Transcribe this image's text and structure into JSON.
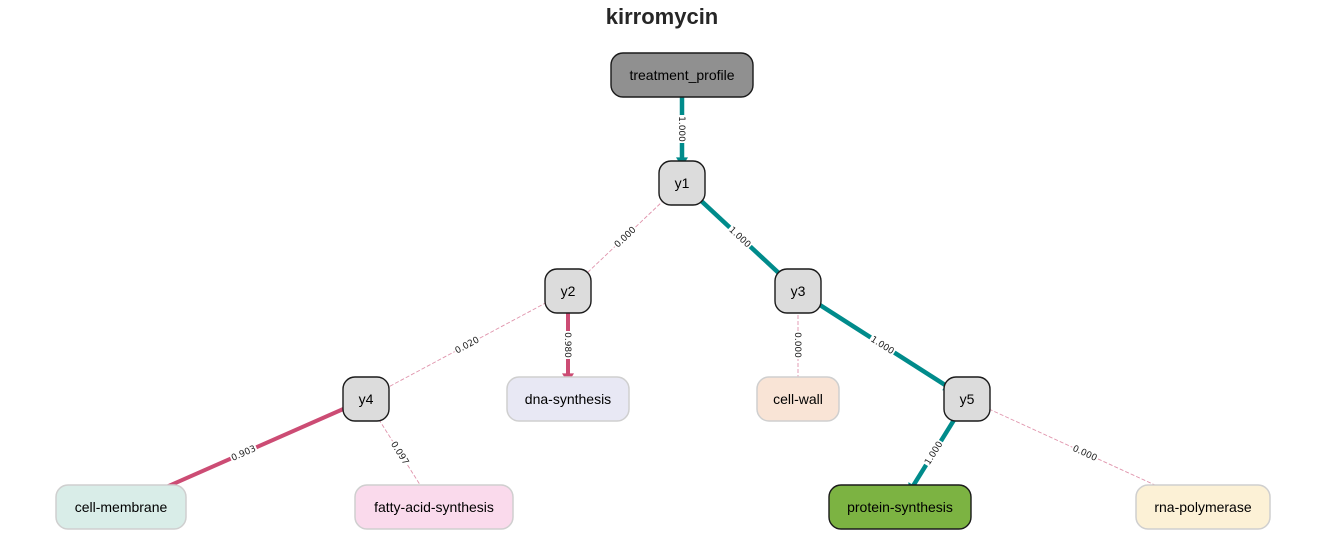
{
  "title": "kirromycin",
  "colors": {
    "positive": "#008b8b",
    "negative": "#cc4c74",
    "root_fill": "#909090",
    "internal_fill": "#dcdcdc",
    "node_stroke": "#1a1a1a",
    "leaf_stroke": "#cfcfcf"
  },
  "nodes": [
    {
      "id": "treatment_profile",
      "label": "treatment_profile",
      "kind": "root",
      "fill": "#909090"
    },
    {
      "id": "y1",
      "label": "y1",
      "kind": "internal",
      "fill": "#dcdcdc"
    },
    {
      "id": "y2",
      "label": "y2",
      "kind": "internal",
      "fill": "#dcdcdc"
    },
    {
      "id": "y3",
      "label": "y3",
      "kind": "internal",
      "fill": "#dcdcdc"
    },
    {
      "id": "y4",
      "label": "y4",
      "kind": "internal",
      "fill": "#dcdcdc"
    },
    {
      "id": "y5",
      "label": "y5",
      "kind": "internal",
      "fill": "#dcdcdc"
    },
    {
      "id": "dna-synthesis",
      "label": "dna-synthesis",
      "kind": "leaf",
      "fill": "#e8e8f4"
    },
    {
      "id": "cell-wall",
      "label": "cell-wall",
      "kind": "leaf",
      "fill": "#f9e4d6"
    },
    {
      "id": "cell-membrane",
      "label": "cell-membrane",
      "kind": "leaf",
      "fill": "#d9ede8"
    },
    {
      "id": "fatty-acid-synthesis",
      "label": "fatty-acid-synthesis",
      "kind": "leaf",
      "fill": "#fadaec"
    },
    {
      "id": "protein-synthesis",
      "label": "protein-synthesis",
      "kind": "leaf-active",
      "fill": "#7cb342"
    },
    {
      "id": "rna-polymerase",
      "label": "rna-polymerase",
      "kind": "leaf",
      "fill": "#fcf1d6"
    }
  ],
  "edges": [
    {
      "from": "treatment_profile",
      "to": "y1",
      "label": "1.000",
      "weight": 1.0,
      "active": true
    },
    {
      "from": "y1",
      "to": "y2",
      "label": "0.000",
      "weight": 0.0,
      "active": false
    },
    {
      "from": "y1",
      "to": "y3",
      "label": "1.000",
      "weight": 1.0,
      "active": true
    },
    {
      "from": "y2",
      "to": "y4",
      "label": "0.020",
      "weight": 0.02,
      "active": false
    },
    {
      "from": "y2",
      "to": "dna-synthesis",
      "label": "0.980",
      "weight": 0.98,
      "active": false
    },
    {
      "from": "y3",
      "to": "cell-wall",
      "label": "0.000",
      "weight": 0.0,
      "active": false
    },
    {
      "from": "y3",
      "to": "y5",
      "label": "1.000",
      "weight": 1.0,
      "active": true
    },
    {
      "from": "y4",
      "to": "cell-membrane",
      "label": "0.903",
      "weight": 0.903,
      "active": false
    },
    {
      "from": "y4",
      "to": "fatty-acid-synthesis",
      "label": "0.097",
      "weight": 0.097,
      "active": false
    },
    {
      "from": "y5",
      "to": "protein-synthesis",
      "label": "1.000",
      "weight": 1.0,
      "active": true
    },
    {
      "from": "y5",
      "to": "rna-polymerase",
      "label": "0.000",
      "weight": 0.0,
      "active": false
    }
  ]
}
